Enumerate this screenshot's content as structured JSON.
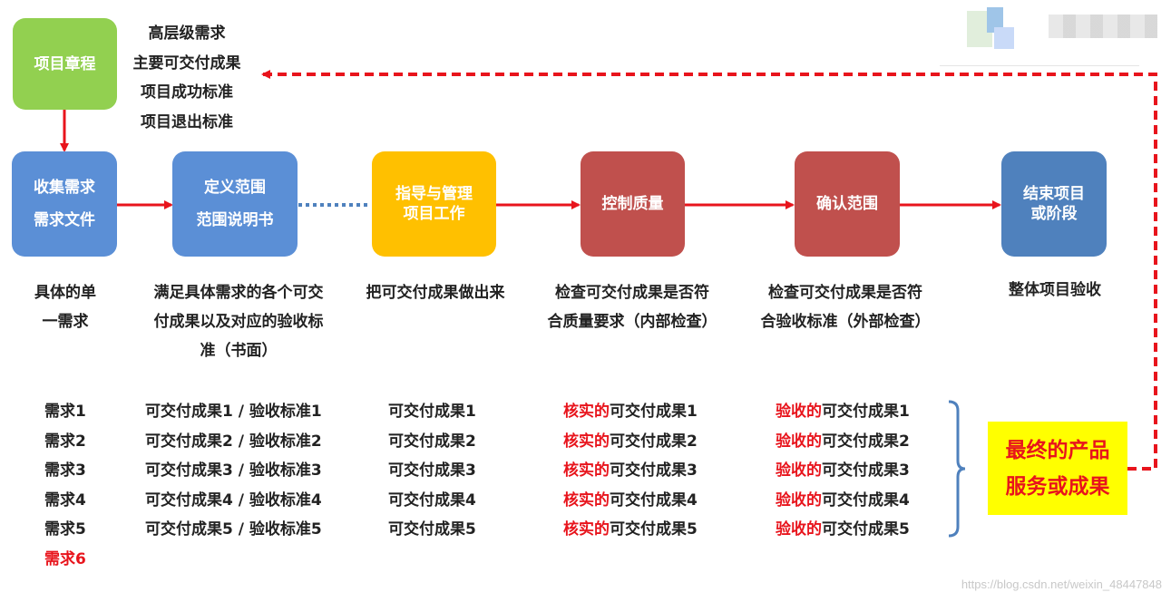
{
  "charter": {
    "title": "项目章程",
    "outputs": [
      "高层级需求",
      "主要可交付成果",
      "项目成功标准",
      "项目退出标准"
    ]
  },
  "steps": [
    {
      "lines": [
        "收集需求",
        "需求文件"
      ],
      "color": "#5b8fd6",
      "desc": [
        "具体的单",
        "一需求"
      ]
    },
    {
      "lines": [
        "定义范围",
        "范围说明书"
      ],
      "color": "#5b8fd6",
      "desc": [
        "满足具体需求的各个可交",
        "付成果以及对应的验收标",
        "准（书面）"
      ]
    },
    {
      "lines": [
        "指导与管理",
        "项目工作"
      ],
      "color": "#ffc000",
      "desc": [
        "把可交付成果做出来"
      ]
    },
    {
      "lines": [
        "控制质量"
      ],
      "color": "#c0504d",
      "desc": [
        "检查可交付成果是否符",
        "合质量要求（内部检查）"
      ]
    },
    {
      "lines": [
        "确认范围"
      ],
      "color": "#c0504d",
      "desc": [
        "检查可交付成果是否符",
        "合验收标准（外部检查）"
      ]
    },
    {
      "lines": [
        "结束项目",
        "或阶段"
      ],
      "color": "#4f81bd",
      "desc": [
        "整体项目验收"
      ]
    }
  ],
  "lists": {
    "requirements": [
      "需求1",
      "需求2",
      "需求3",
      "需求4",
      "需求5"
    ],
    "new_requirement": "需求6",
    "deliverables_criteria": [
      "可交付成果1 / 验收标准1",
      "可交付成果2 / 验收标准2",
      "可交付成果3 / 验收标准3",
      "可交付成果4 / 验收标准4",
      "可交付成果5 / 验收标准5"
    ],
    "deliverables": [
      "可交付成果1",
      "可交付成果2",
      "可交付成果3",
      "可交付成果4",
      "可交付成果5"
    ],
    "verified_prefix": "核实的",
    "verified": [
      "可交付成果1",
      "可交付成果2",
      "可交付成果3",
      "可交付成果4",
      "可交付成果5"
    ],
    "accepted_prefix": "验收的",
    "accepted": [
      "可交付成果1",
      "可交付成果2",
      "可交付成果3",
      "可交付成果4",
      "可交付成果5"
    ]
  },
  "final_output": [
    "最终的产品",
    "服务或成果"
  ],
  "watermark": "https://blog.csdn.net/weixin_48447848",
  "colors": {
    "green": "#92d050",
    "red_arrow": "#e8141c",
    "dotted": "#4f81bd",
    "highlight": "#ffff00"
  }
}
